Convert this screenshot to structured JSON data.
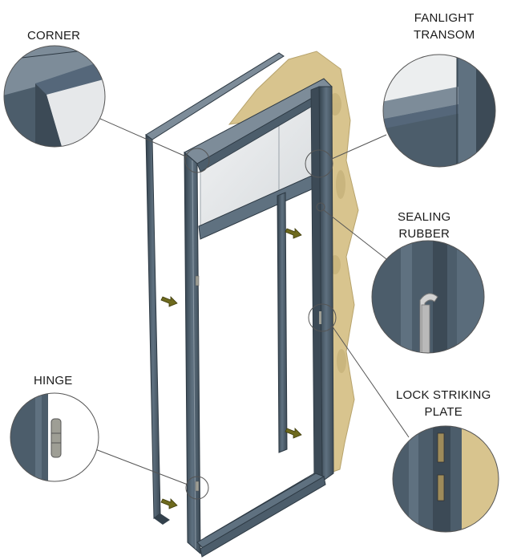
{
  "labels": {
    "corner": "CORNER",
    "fanlight_line1": "FANLIGHT",
    "fanlight_line2": "TRANSOM",
    "sealing_line1": "SEALING",
    "sealing_line2": "RUBBER",
    "hinge": "HINGE",
    "lock_line1": "LOCK STRIKING",
    "lock_line2": "PLATE"
  },
  "colors": {
    "frame": "#4c5d6b",
    "frame_light": "#7d8c99",
    "frame_dark": "#33414c",
    "glass": "#e3e6e8",
    "wall": "#d8c48e",
    "arrow": "#6e6a1e",
    "hinge_metal": "#9e9e95",
    "rubber": "#b9b9b9"
  }
}
